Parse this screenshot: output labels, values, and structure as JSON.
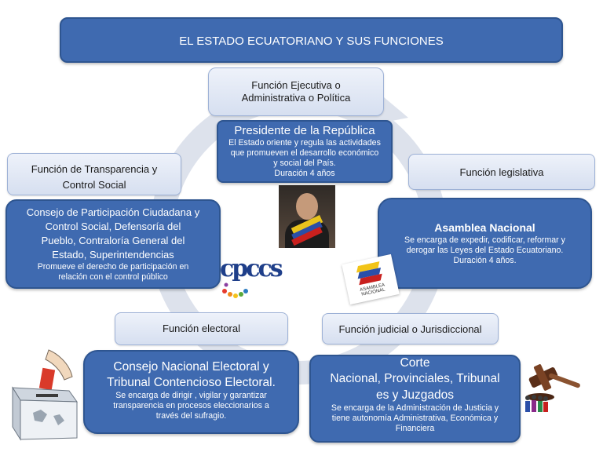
{
  "title": "EL ESTADO ECUATORIANO Y SUS FUNCIONES",
  "functions": {
    "ejecutiva": {
      "label_line1": "Función Ejecutiva o",
      "label_line2": "Administrativa o Política",
      "body_title": "Presidente de la República",
      "desc_line1": "El Estado oriente y regula las actividades",
      "desc_line2": "que promueven el desarrollo económico",
      "desc_line3": "y social del País.",
      "desc_line4": "Duración 4 años"
    },
    "legislativa": {
      "label": "Función legislativa",
      "body_title": "Asamblea Nacional",
      "desc_line1": "Se encarga de expedir,  codificar, reformar y",
      "desc_line2": "derogar las Leyes del Estado Ecuatoriano.",
      "desc_line3": "Duración 4 años."
    },
    "transparencia": {
      "label_line1": "Función de Transparencia y",
      "label_line2": "Control Social",
      "body_line1": "Consejo de Participación Ciudadana y",
      "body_line2": "Control Social, Defensoría del",
      "body_line3": "Pueblo, Contraloría General del",
      "body_line4": "Estado, Superintendencias",
      "desc_line1": "Promueve el derecho de participación  en",
      "desc_line2": "relación con el control  público"
    },
    "electoral": {
      "label": "Función electoral",
      "body_line1": "Consejo Nacional Electoral  y",
      "body_line2": "Tribunal Contencioso Electoral.",
      "desc_line1": "Se encarga de dirigir , vigilar y garantizar",
      "desc_line2": "transparencia en procesos  eleccionarios a",
      "desc_line3": "través del sufragio."
    },
    "judicial": {
      "label": "Función judicial o Jurisdiccional",
      "body_line1": "Corte",
      "body_line2": "Nacional, Provinciales, Tribunal",
      "body_line3": "es  y Juzgados",
      "desc_line1": "Se  encarga de la Administración de Justicia  y",
      "desc_line2": "tiene autonomía Administrativa, Económica y",
      "desc_line3": "Financiera"
    }
  },
  "logos": {
    "cpccs": "cpccs",
    "asamblea": "ASAMBLEA NACIONAL"
  },
  "colors": {
    "dark_box": "#3f6ab0",
    "light_box": "#dce4f3",
    "ring": "#dde2ec"
  }
}
